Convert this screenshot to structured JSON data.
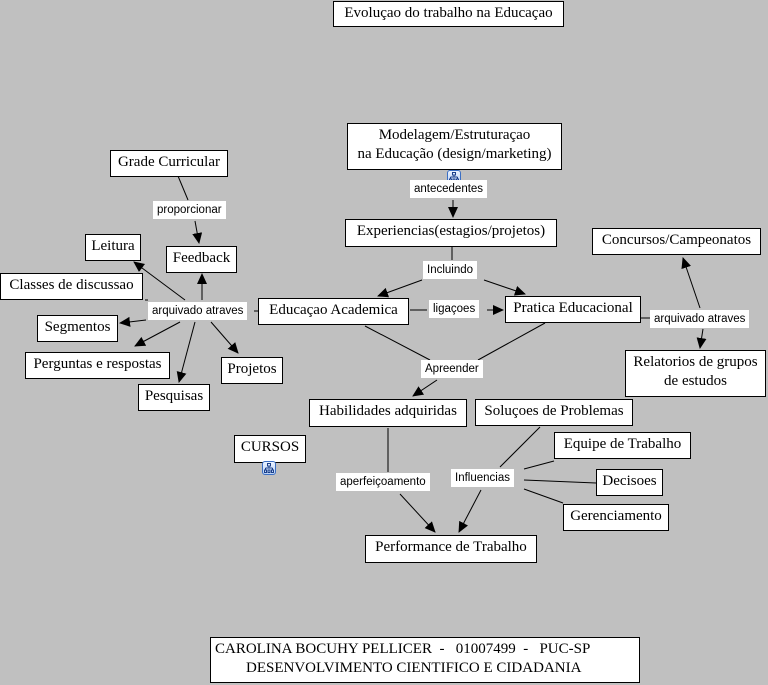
{
  "title": "Evoluçao do trabalho na Educaçao",
  "nodes": {
    "modelagem_line1": "Modelagem/Estruturaçao",
    "modelagem_line2": "na Educação (design/marketing)",
    "experiencias": "Experiencias(estagios/projetos)",
    "grade_curricular": "Grade Curricular",
    "feedback": "Feedback",
    "leitura": "Leitura",
    "classes_discussao": "Classes de discussao",
    "segmentos": "Segmentos",
    "perguntas_respostas": "Perguntas e respostas",
    "pesquisas": "Pesquisas",
    "projetos": "Projetos",
    "educacao_academica": "Educaçao Academica",
    "pratica_educacional": "Pratica Educacional",
    "concursos": "Concursos/Campeonatos",
    "relatorios_line1": "Relatorios de grupos",
    "relatorios_line2": "de estudos",
    "habilidades": "Habilidades adquiridas",
    "solucoes": "Soluçoes de Problemas",
    "cursos": "CURSOS",
    "equipe": "Equipe de Trabalho",
    "decisoes": "Decisoes",
    "gerenciamento": "Gerenciamento",
    "performance": "Performance de Trabalho"
  },
  "links": {
    "antecedentes": "antecedentes",
    "proporcionar": "proporcionar",
    "arquivado_left": "arquivado atraves",
    "incluindo": "Incluindo",
    "ligacoes": "ligaçoes",
    "arquivado_right": "arquivado atraves",
    "apreender": "Apreender",
    "aperfeicoamento": "aperfeiçoamento",
    "influencias": "Influencias"
  },
  "icons": {
    "modelagem_submap": "concept-map-link-icon",
    "cursos_submap": "concept-map-link-icon"
  },
  "footer": {
    "line1": "CAROLINA BOCUHY PELLICER  -   01007499  -   PUC-SP",
    "line2": "DESENVOLVIMENTO CIENTIFICO E CIDADANIA"
  }
}
